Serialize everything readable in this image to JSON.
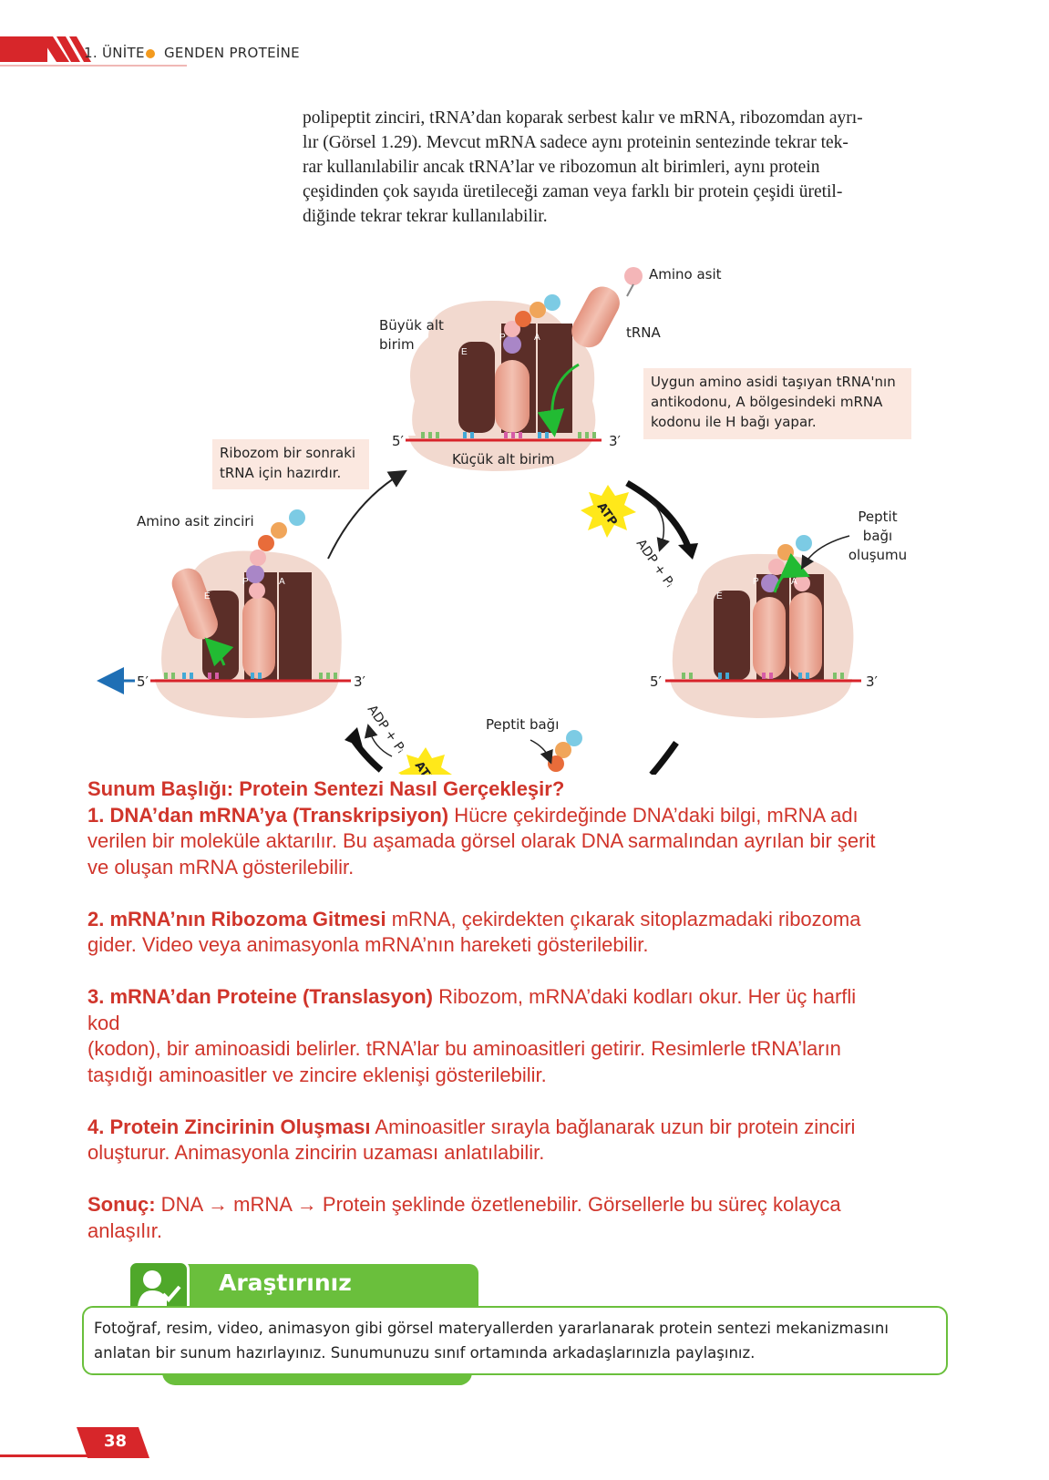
{
  "header": {
    "unit": "1. ÜNİTE",
    "topic": "GENDEN PROTEİNE"
  },
  "paragraph": [
    "polipeptit zinciri, tRNA’dan koparak serbest kalır ve mRNA, ribozomdan ayrı-",
    "lır (Görsel 1.29). Mevcut mRNA sadece aynı proteinin sentezinde tekrar tek-",
    "rar kullanılabilir ancak tRNA’lar ve ribozomun alt birimleri, aynı protein",
    "çeşidinden çok sayıda üretileceği zaman veya farklı bir protein çeşidi üretil-",
    "diğinde tekrar tekrar kullanılabilir."
  ],
  "figure": {
    "amino_asit": "Amino asit",
    "buyuk_alt_birim": [
      "Büyük alt",
      "birim"
    ],
    "trna": "tRNA",
    "kucuk_alt_birim": "Küçük alt birim",
    "callout_right": [
      "Uygun amino asidi taşıyan tRNA'nın",
      "antikodonu, A bölgesindeki mRNA",
      "kodonu ile H bağı yapar."
    ],
    "callout_left": [
      "Ribozom bir sonraki",
      "tRNA için hazırdır."
    ],
    "amino_asit_zinciri": "Amino asit zinciri",
    "peptit_bagi_olusumu": [
      "Peptit",
      "bağı",
      "oluşumu"
    ],
    "peptit_bagi": "Peptit bağı",
    "atp": "ATP",
    "adp_pi": "ADP + Pᵢ",
    "five_prime": "5′",
    "three_prime": "3′",
    "site_e": "E",
    "site_p": "P",
    "site_a": "A"
  },
  "overlay": {
    "title": "Sunum Başlığı: Protein Sentezi Nasıl Gerçekleşir?",
    "s1_head": "1. DNA’dan mRNA’ya (Transkripsiyon)",
    "s1_text1": " Hücre çekirdeğinde DNA’daki bilgi, mRNA adı",
    "s1_text2": "verilen bir moleküle aktarılır. Bu aşamada görsel olarak DNA sarmalından ayrılan bir şerit",
    "s1_text3": "ve oluşan mRNA gösterilebilir.",
    "s2_head": "2. mRNA’nın Ribozoma Gitmesi",
    "s2_text1": " mRNA, çekirdekten çıkarak sitoplazmadaki ribozoma",
    "s2_text2": "gider. Video veya animasyonla mRNA’nın hareketi gösterilebilir.",
    "s3_head": "3. mRNA’dan Proteine (Translasyon)",
    "s3_text1": " Ribozom, mRNA’daki kodları okur. Her üç harfli",
    "s3_text2": "kod",
    "s3_text3": "(kodon), bir aminoasidi belirler. tRNA’lar bu aminoasitleri getirir. Resimlerle tRNA’ların",
    "s3_text4": "taşıdığı aminoasitler ve zincire eklenişi gösterilebilir.",
    "s4_head": "4. Protein Zincirinin Oluşması",
    "s4_text1": " Aminoasitler sırayla bağlanarak uzun bir protein zinciri",
    "s4_text2": "oluşturur. Animasyonla zincirin uzaması anlatılabilir.",
    "s5_head": "Sonuç:",
    "s5_text1": " DNA → mRNA → Protein şeklinde özetlenebilir. Görsellerle bu süreç kolayca",
    "s5_text2": "anlaşılır."
  },
  "research": {
    "title": "Araştırınız",
    "text1": "Fotoğraf, resim, video, animasyon gibi görsel materyallerden yararlanarak protein sentezi mekanizmasını",
    "text2": "anlatan bir sunum hazırlayınız. Sunumunuzu sınıf ortamında arkadaşlarınızla paylaşınız."
  },
  "page_number": "38",
  "colors": {
    "accent_red": "#d7262a",
    "overlay_red": "#d0352b",
    "green": "#6abf3c",
    "ribosome": "#f2d9cf",
    "dark_brown": "#5b2e28",
    "trna": "#e9a592"
  }
}
